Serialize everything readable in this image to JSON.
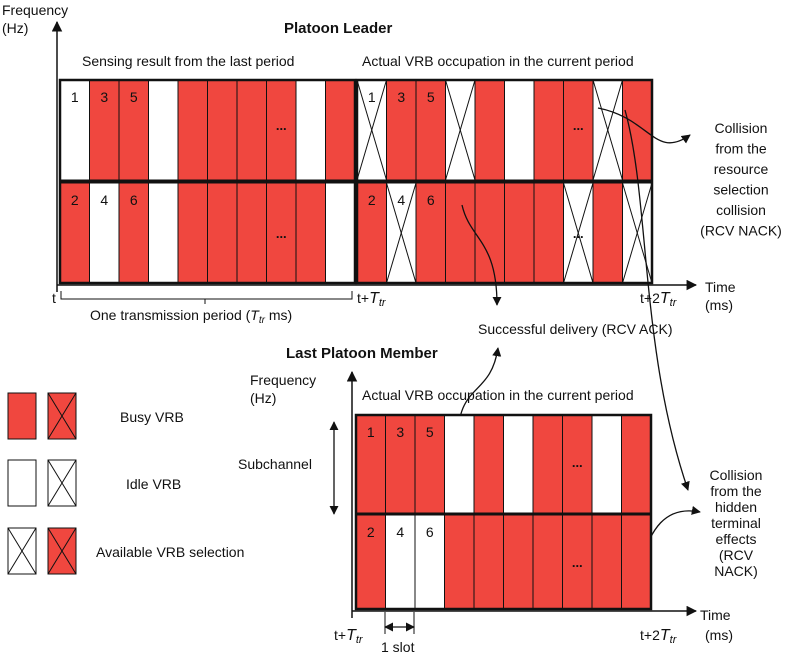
{
  "colors": {
    "busy": "#f0473f",
    "idle": "#ffffff",
    "line": "#111111"
  },
  "top": {
    "title": "Platoon Leader",
    "freq_label_1": "Frequency",
    "freq_label_2": "(Hz)",
    "sensing_label": "Sensing result from the last period",
    "actual_label": "Actual VRB occupation in the current period",
    "row1_last": [
      "idle",
      "busy",
      "busy",
      "idle",
      "busy",
      "busy",
      "busy",
      "busy",
      "idle",
      "busy"
    ],
    "row2_last": [
      "busy",
      "idle",
      "busy",
      "idle",
      "busy",
      "busy",
      "busy",
      "busy",
      "busy",
      "idle"
    ],
    "row1_cur": [
      "idle-x",
      "busy",
      "busy",
      "idle-x",
      "busy",
      "idle",
      "busy",
      "busy",
      "idle-x",
      "busy"
    ],
    "row2_cur": [
      "busy",
      "idle-x",
      "busy",
      "busy",
      "busy",
      "busy",
      "busy",
      "idle-x",
      "busy",
      "idle-x"
    ],
    "nums_r1": [
      "1",
      "3",
      "5"
    ],
    "nums_r2": [
      "2",
      "4",
      "6"
    ],
    "dots": "...",
    "time_t": "t",
    "time_t1": "t+",
    "time_t2": "t+2",
    "time_label": "Time",
    "time_unit": "(ms)",
    "period_label": "One transmission period (",
    "period_unit": " ms)",
    "ttr_T": "T",
    "ttr_sub": "tr"
  },
  "annotations": {
    "collision_top": [
      "Collision",
      "from the",
      "resource",
      "selection",
      "collision",
      "(RCV NACK)"
    ],
    "success": "Successful delivery (RCV ACK)",
    "collision_bottom": [
      "Collision",
      "from the",
      "hidden",
      "terminal",
      "effects",
      "(RCV",
      "NACK)"
    ]
  },
  "bottom": {
    "title": "Last Platoon Member",
    "freq_label_1": "Frequency",
    "freq_label_2": "(Hz)",
    "actual_label": "Actual VRB occupation in the current period",
    "subchannel": "Subchannel",
    "row1": [
      "busy",
      "busy",
      "busy",
      "idle",
      "busy",
      "idle",
      "busy",
      "busy",
      "idle",
      "busy"
    ],
    "row2": [
      "busy",
      "idle",
      "idle",
      "busy",
      "busy",
      "busy",
      "busy",
      "busy",
      "busy",
      "busy"
    ],
    "slot_label": "1 slot"
  },
  "legend": [
    {
      "text": "Busy VRB",
      "kind": "busy"
    },
    {
      "text": "Idle VRB",
      "kind": "idle"
    },
    {
      "text": "Available VRB selection",
      "kind": "avail"
    }
  ]
}
